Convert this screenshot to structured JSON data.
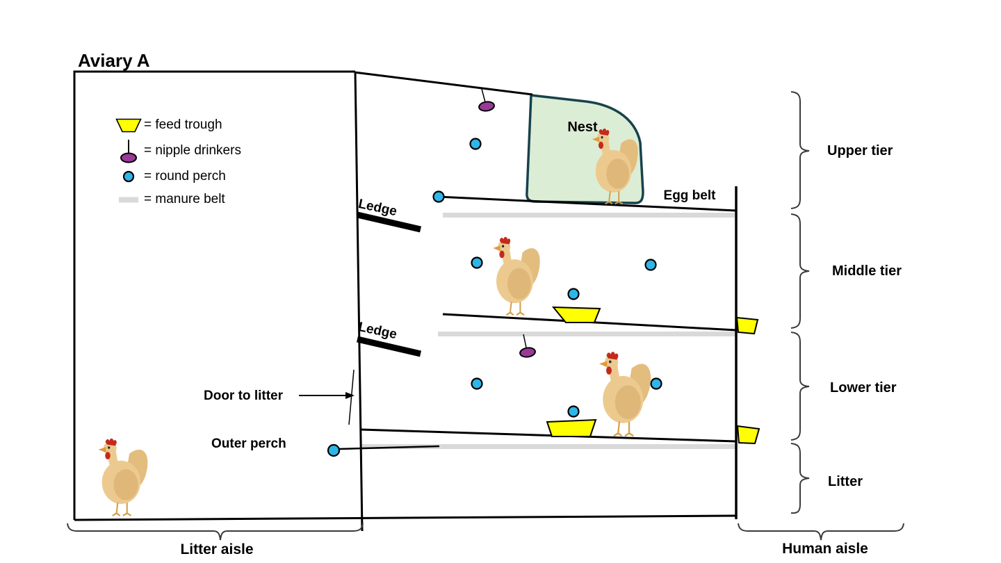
{
  "title": "Aviary A",
  "legend": {
    "items": [
      {
        "icon": "feed-trough-icon",
        "label": "= feed trough"
      },
      {
        "icon": "nipple-drinker-icon",
        "label": "= nipple drinkers"
      },
      {
        "icon": "round-perch-icon",
        "label": "= round perch"
      },
      {
        "icon": "manure-belt-icon",
        "label": "= manure belt"
      }
    ]
  },
  "labels": {
    "nest": "Nest",
    "egg_belt": "Egg belt",
    "ledge_upper": "Ledge",
    "ledge_lower": "Ledge",
    "door_to_litter": "Door to litter",
    "outer_perch": "Outer perch"
  },
  "tiers": [
    {
      "label": "Upper tier"
    },
    {
      "label": "Middle tier"
    },
    {
      "label": "Lower tier"
    },
    {
      "label": "Litter"
    }
  ],
  "aisles": {
    "litter": "Litter aisle",
    "human": "Human aisle"
  },
  "colors": {
    "feed_trough": "#ffff00",
    "nipple_drinker": "#993a98",
    "round_perch": "#2eb6e8",
    "manure_belt": "#d9d9d9",
    "nest_fill": "#dcedd5",
    "nest_border": "#17424d",
    "line": "#000000"
  }
}
